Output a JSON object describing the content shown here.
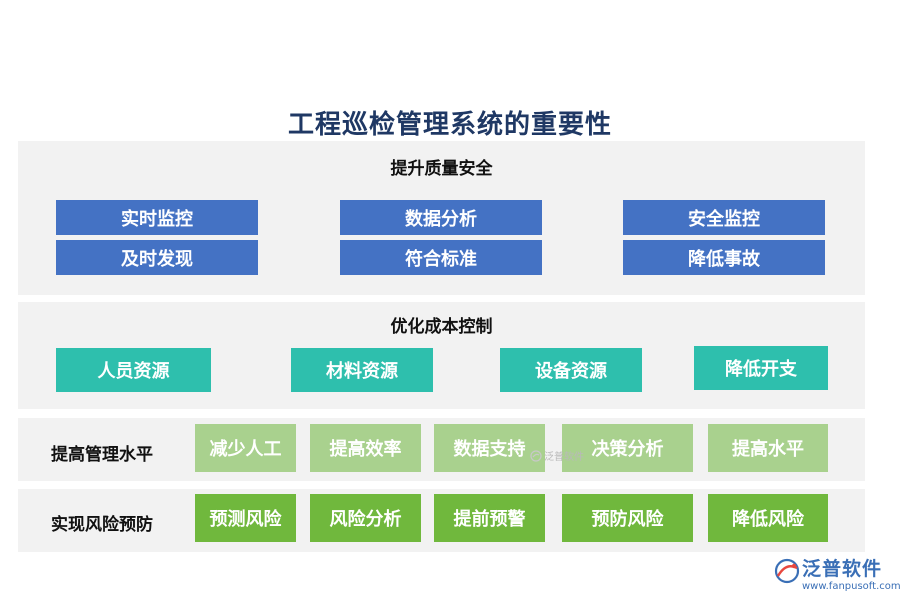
{
  "title": "工程巡检管理系统的重要性",
  "sections": {
    "quality": {
      "title": "提升质量安全",
      "items": [
        "实时监控",
        "数据分析",
        "安全监控",
        "及时发现",
        "符合标准",
        "降低事故"
      ]
    },
    "cost": {
      "title": "优化成本控制",
      "items": [
        "人员资源",
        "材料资源",
        "设备资源",
        "降低开支"
      ]
    },
    "management": {
      "title": "提高管理水平",
      "items": [
        "减少人工",
        "提高效率",
        "数据支持",
        "决策分析",
        "提高水平"
      ]
    },
    "risk": {
      "title": "实现风险预防",
      "items": [
        "预测风险",
        "风险分析",
        "提前预警",
        "预防风险",
        "降低风险"
      ]
    }
  },
  "watermark": "泛普软件",
  "logo": {
    "name": "泛普软件",
    "url": "www.fanpusoft.com"
  },
  "colors": {
    "title": "#1f3864",
    "panel_bg": "#f2f2f2",
    "blue": "#4472c4",
    "teal": "#2ebfad",
    "light_green": "#a9d18e",
    "dark_green": "#70b83d"
  }
}
